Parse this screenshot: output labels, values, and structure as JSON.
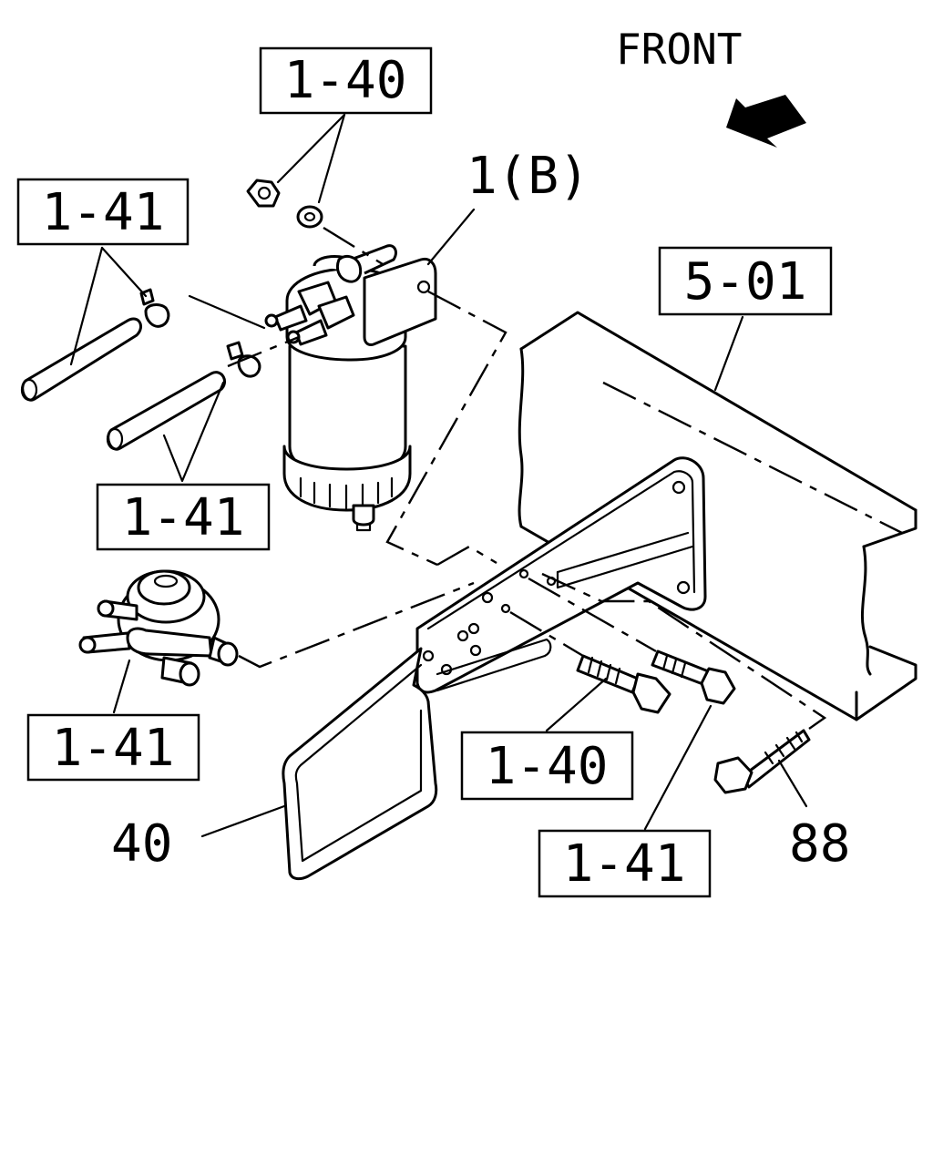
{
  "orientation": {
    "text": "FRONT",
    "icon": "arrow-front-icon"
  },
  "callouts": {
    "c1": "1-40",
    "c2": "1-41",
    "c3": "1(B)",
    "c4": "5-01",
    "c5": "1-41",
    "c6": "1-41",
    "c7": "1-40",
    "c8": "40",
    "c9": "1-41",
    "c10": "88"
  },
  "colors": {
    "line": "#000000",
    "background": "#ffffff"
  }
}
